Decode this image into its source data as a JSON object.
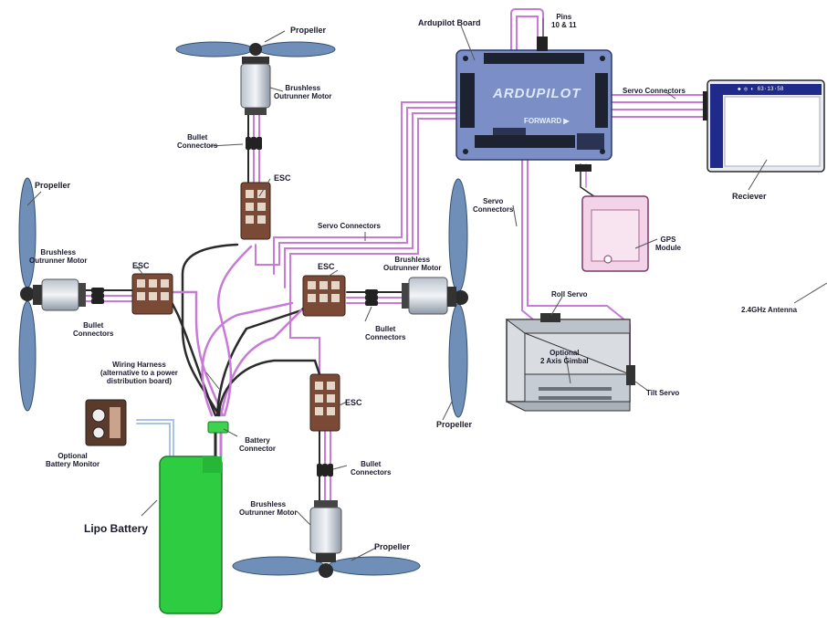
{
  "labels": {
    "propeller_top": "Propeller",
    "motor_top": "Brushless\nOutrunner Motor",
    "bullet_top": "Bullet\nConnectors",
    "esc_top": "ESC",
    "propeller_left": "Propeller",
    "motor_left": "Brushless\nOutrunner Motor",
    "esc_left": "ESC",
    "bullet_left": "Bullet\nConnectors",
    "servo_connectors_mid": "Servo Connectors",
    "esc_right": "ESC",
    "motor_right": "Brushless\nOutrunner Motor",
    "bullet_right": "Bullet\nConnectors",
    "propeller_right": "Propeller",
    "wiring_harness": "Wiring Harness\n(alternative to a power\ndistribution board)",
    "esc_bottom": "ESC",
    "battery_connector": "Battery\nConnector",
    "bullet_bottom": "Bullet\nConnectors",
    "battery_monitor": "Optional\nBattery Monitor",
    "lipo_battery": "Lipo Battery",
    "motor_bottom": "Brushless\nOutrunner Motor",
    "propeller_bottom": "Propeller",
    "ardupilot_board": "Ardupilot Board",
    "pins": "Pins\n10 & 11",
    "servo_connectors_rx": "Servo Connectors",
    "receiver": "Reciever",
    "servo_connectors_board": "Servo\nConnectors",
    "gps_module": "GPS\nModule",
    "roll_servo": "Roll Servo",
    "antenna": "2.4GHz Antenna",
    "gimbal": "Optional\n2 Axis Gimbal",
    "tilt_servo": "Tilt Servo"
  },
  "board": {
    "logo": "ARDUPILOT",
    "forward": "FORWARD ▶"
  },
  "receiver_display": {
    "status": "◆ ◎ ◐ 63·13·58"
  },
  "colors": {
    "wire_pink": "#c77ad6",
    "wire_black": "#2a2a2a",
    "propeller": "#6f8fb8",
    "board": "#7b8fc6",
    "battery": "#2ecc40",
    "esc": "#7a4a36",
    "receiver_screen": "#1f2a8a"
  }
}
